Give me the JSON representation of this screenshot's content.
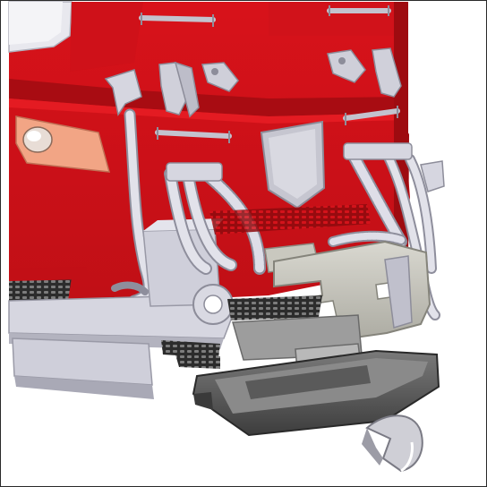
{
  "figure": {
    "colors": {
      "body_red": "#e0141b",
      "body_red_dark": "#b10d12",
      "body_red_shadow": "#8e0a0e",
      "metal_light": "#d8d8e2",
      "metal_mid": "#b9b9c6",
      "metal_dark": "#8c8c99",
      "coupler_grey": "#c9c8bf",
      "pilot_dark": "#4a4a4a",
      "pilot_mid": "#6f6f6f",
      "headlight": "#f0a07a",
      "frame_border": "#2a2a2a"
    },
    "icons": [
      "locomotive-front-end",
      "coupler",
      "air-hose",
      "grab-handle",
      "headlight",
      "step-grating",
      "snowplow-pilot"
    ]
  }
}
